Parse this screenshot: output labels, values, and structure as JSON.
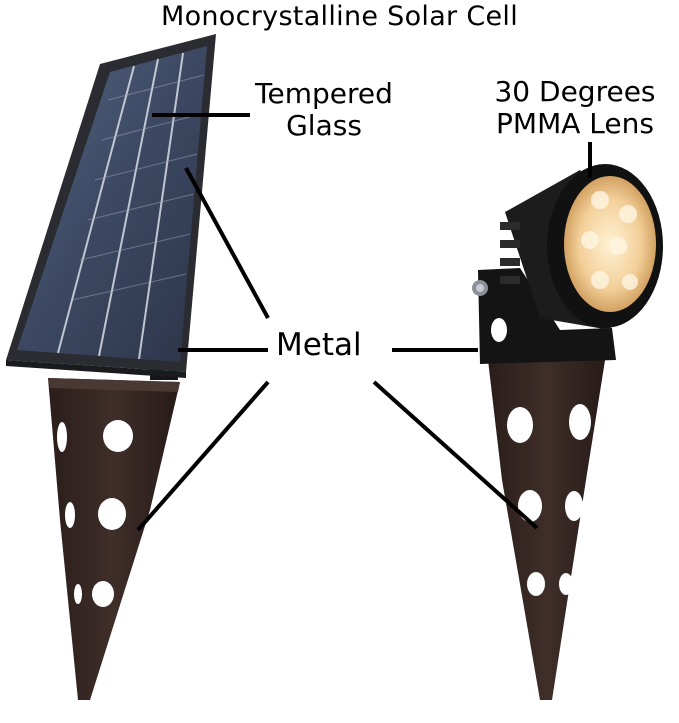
{
  "labels": {
    "title": "Monocrystalline Solar Cell",
    "tempered_glass_line1": "Tempered",
    "tempered_glass_line2": "Glass",
    "lens_line1": "30 Degrees",
    "lens_line2": "PMMA Lens",
    "metal": "Metal"
  },
  "colors": {
    "panel_frame": "#2a2c31",
    "panel_cell": "#3e4a62",
    "panel_grid": "#d9dde5",
    "stake_brown": "#3a2a26",
    "lamp_body": "#1c1c1c",
    "led_glow": "#f6d6a2",
    "callout_line": "#000000"
  },
  "icons": [
    "solar-panel-icon",
    "garden-spotlight-icon"
  ]
}
